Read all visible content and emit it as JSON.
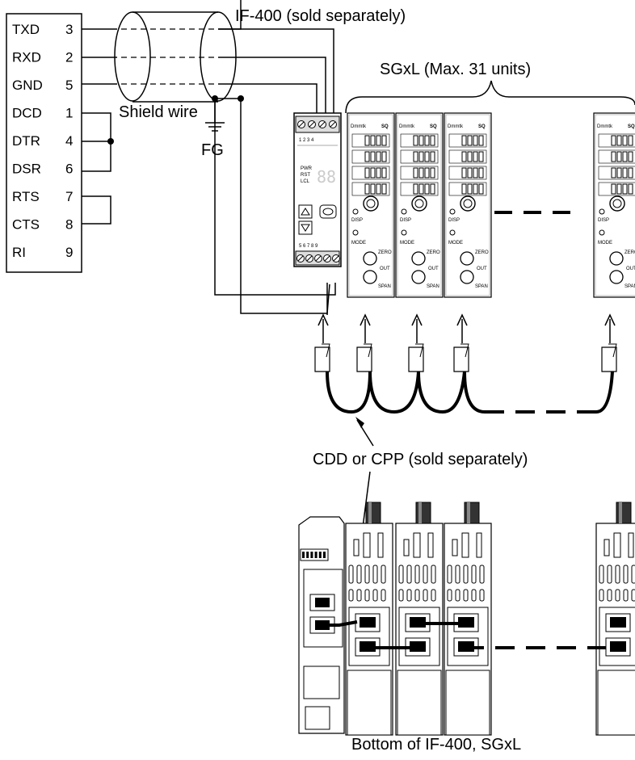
{
  "labels": {
    "if400_top": "IF-400 (sold separately)",
    "sgxl_top": "SGxL (Max. 31 units)",
    "shield": "Shield wire",
    "fg": "FG",
    "cable": "CDD or CPP (sold separately)",
    "bottom": "Bottom of IF-400, SGxL"
  },
  "pins": [
    {
      "name": "TXD",
      "num": "3"
    },
    {
      "name": "RXD",
      "num": "2"
    },
    {
      "name": "GND",
      "num": "5"
    },
    {
      "name": "DCD",
      "num": "1"
    },
    {
      "name": "DTR",
      "num": "4"
    },
    {
      "name": "DSR",
      "num": "6"
    },
    {
      "name": "RTS",
      "num": "7"
    },
    {
      "name": "CTS",
      "num": "8"
    },
    {
      "name": "RI",
      "num": "9"
    }
  ],
  "if400_face": {
    "terminal_nums": "1 2 3 4",
    "leds": [
      "PWR",
      "RST",
      "LCL"
    ],
    "display": "88",
    "bottom_terminal_nums": "5 6 7 8 9"
  },
  "sgxl_face": {
    "brand": "Dmmtk",
    "model": "SQ",
    "disp": "DISP",
    "mode": "MODE",
    "zero": "ZERO",
    "out": "OUT",
    "span": "SPAN"
  }
}
